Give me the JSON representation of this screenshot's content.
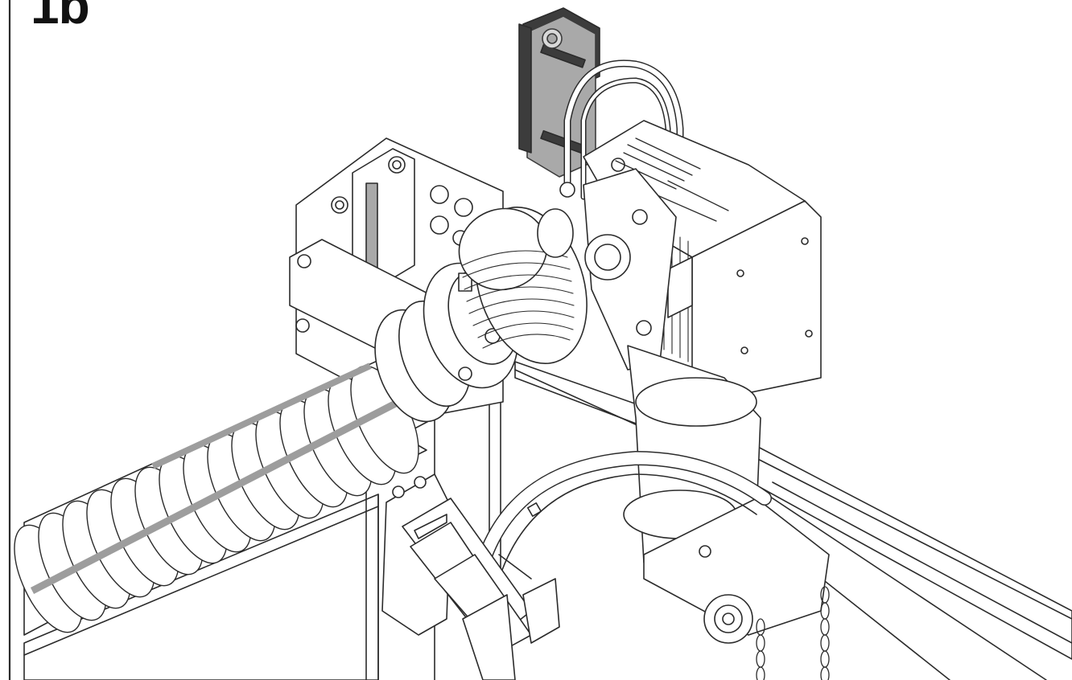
{
  "figure": {
    "step_label": "1b"
  },
  "colors": {
    "line": "#2b2b2b",
    "light_line": "#9a9a9a",
    "highlight_fill": "#a9a9a9",
    "highlight_dark": "#3c3c3c",
    "spring_band": "#9d9d9d",
    "background": "#ffffff"
  },
  "components": [
    "frame-border",
    "torsion-spring",
    "mounting-bracket",
    "cable-drum",
    "operator-motor",
    "wall-bracket-highlighted",
    "mounting-u-bolt",
    "shaft-coupling",
    "rail",
    "chain-hoist-wheel",
    "hand-chain",
    "cable-guide-arc",
    "door-panel",
    "bottom-bracket"
  ]
}
